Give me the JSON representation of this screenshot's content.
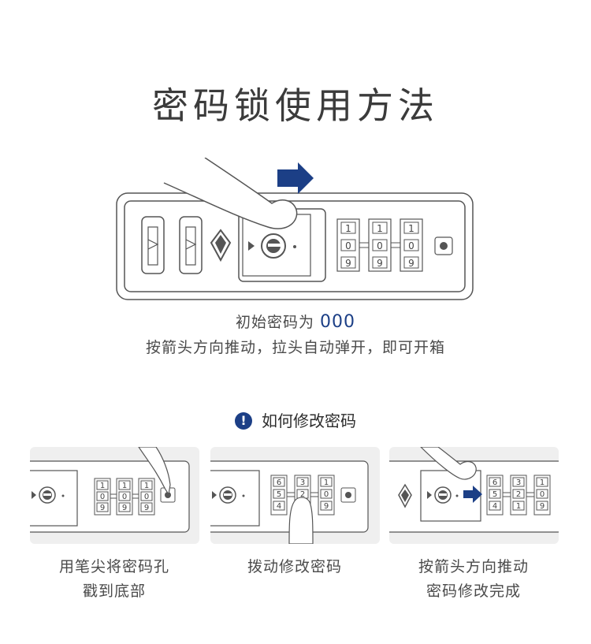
{
  "title": "密码锁使用方法",
  "main": {
    "line1_prefix": "初始密码为",
    "line1_code": "000",
    "line2": "按箭头方向推动，拉头自动弹开，即可开箱",
    "wheel_top": "1",
    "wheel_mid": "0",
    "wheel_bot": "9"
  },
  "howto": {
    "badge": "!",
    "title": "如何修改密码"
  },
  "steps": [
    {
      "caption": "用笔尖将密码孔\n戳到底部",
      "wheels": [
        [
          "1",
          "0",
          "9"
        ],
        [
          "1",
          "0",
          "9"
        ],
        [
          "1",
          "0",
          "9"
        ]
      ]
    },
    {
      "caption": "拨动修改密码",
      "wheels": [
        [
          "6",
          "5",
          "4"
        ],
        [
          "3",
          "2",
          "1"
        ],
        [
          "1",
          "0",
          "9"
        ]
      ]
    },
    {
      "caption": "按箭头方向推动\n密码修改完成",
      "wheels": [
        [
          "6",
          "5",
          "4"
        ],
        [
          "3",
          "2",
          "1"
        ],
        [
          "1",
          "0",
          "9"
        ]
      ]
    }
  ],
  "colors": {
    "accent": "#1c3f86",
    "line": "#555555",
    "panel": "#efefef"
  }
}
